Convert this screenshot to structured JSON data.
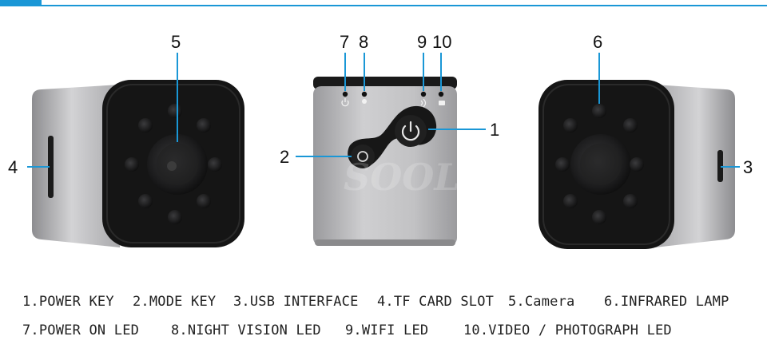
{
  "callouts": {
    "c1": "1",
    "c2": "2",
    "c3": "3",
    "c4": "4",
    "c5": "5",
    "c6": "6",
    "c7": "7",
    "c8": "8",
    "c9": "9",
    "c10": "10"
  },
  "legend": {
    "row1": [
      "1.POWER KEY",
      "2.MODE KEY",
      "3.USB INTERFACE",
      "4.TF CARD SLOT",
      "5.Camera",
      "6.INFRARED LAMP"
    ],
    "row2": [
      "7.POWER ON LED",
      "8.NIGHT VISION LED",
      "9.WIFI LED",
      "10.VIDEO / PHOTOGRAPH LED"
    ]
  },
  "colors": {
    "accent": "#1a97d6",
    "body_silver": "#b9b9bb",
    "face_black": "#141414"
  },
  "watermark": "SOOLEER"
}
